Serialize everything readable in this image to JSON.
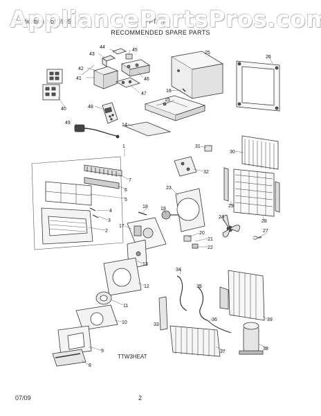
{
  "watermark": "AppliancePartsPros.com",
  "header": {
    "left_text": "Publication No: 5995...",
    "right_text": "FFT... /..."
  },
  "subtitle": "RECOMMENDED SPARE PARTS",
  "model_code": "TTW3HEAT",
  "footer": {
    "date": "07/09",
    "page": "2"
  },
  "callouts": [
    "1",
    "2",
    "3",
    "4",
    "5",
    "6",
    "7",
    "8",
    "9",
    "10",
    "11",
    "12",
    "13",
    "14",
    "15",
    "16",
    "17",
    "18",
    "19",
    "20",
    "21",
    "22",
    "23",
    "24",
    "25",
    "26",
    "27",
    "28",
    "29",
    "30",
    "31",
    "32",
    "33",
    "34",
    "35",
    "36",
    "37",
    "38",
    "39",
    "40",
    "41",
    "42",
    "43",
    "44",
    "45",
    "46",
    "47",
    "48",
    "49"
  ]
}
